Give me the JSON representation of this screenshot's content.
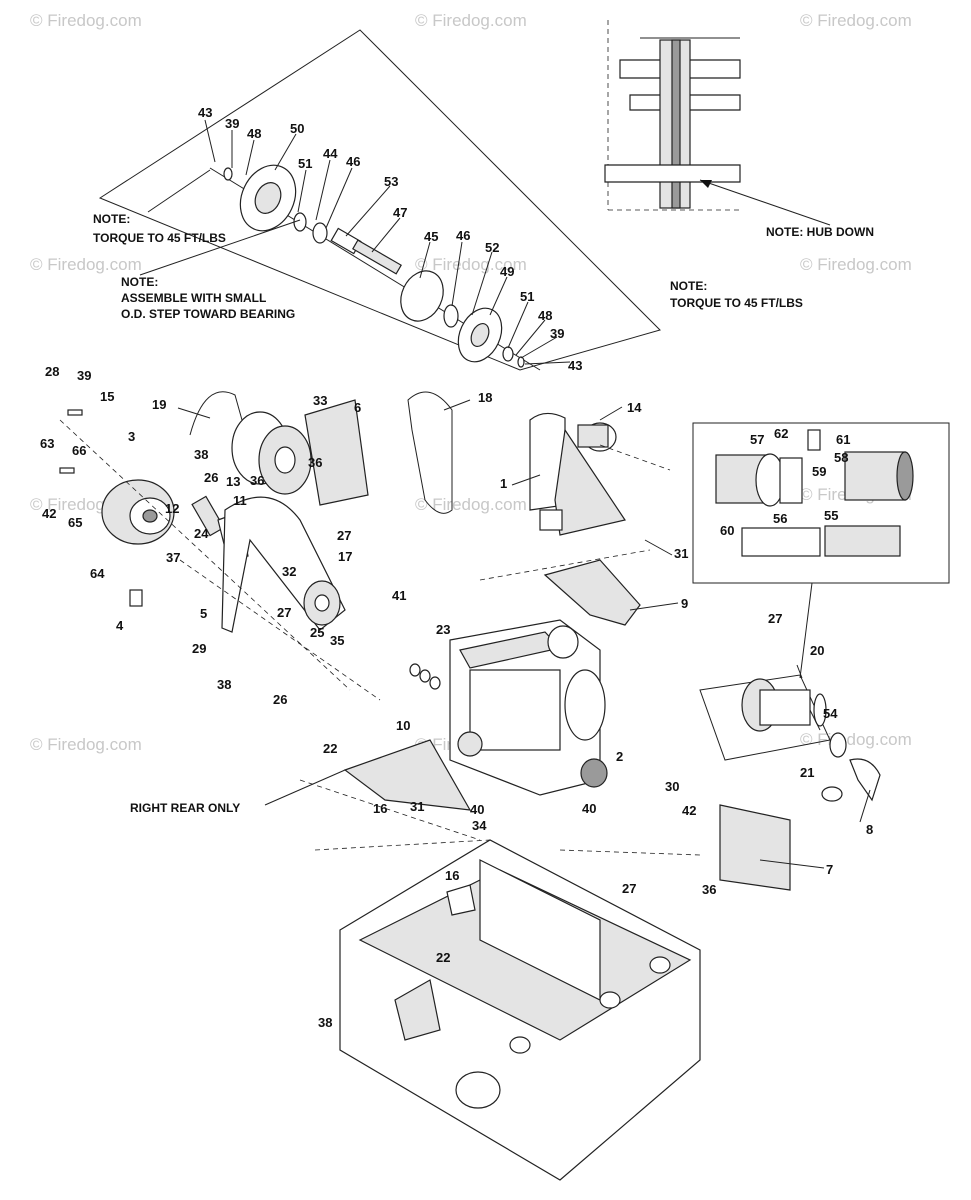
{
  "watermarks": [
    "© Firedog.com",
    "© Firedog.com",
    "© Firedog.com",
    "© Firedog.com",
    "© Firedog.com",
    "© Firedog.com",
    "© Firedog.com",
    "© Firedog.com",
    "© Firedog.com",
    "© Firedog.com",
    "© Firedog.com",
    "© Firedog.com"
  ],
  "notes": {
    "torque_left_1": "NOTE:",
    "torque_left_2": "TORQUE TO 45 FT/LBS",
    "assemble_1": "NOTE:",
    "assemble_2": "ASSEMBLE WITH SMALL",
    "assemble_3": "O.D. STEP TOWARD BEARING",
    "hub_down": "NOTE: HUB DOWN",
    "torque_right_1": "NOTE:",
    "torque_right_2": "TORQUE TO 45 FT/LBS",
    "right_rear": "RIGHT REAR ONLY"
  },
  "part_numbers": [
    "43",
    "39",
    "48",
    "50",
    "51",
    "44",
    "46",
    "53",
    "47",
    "45",
    "46",
    "52",
    "49",
    "51",
    "48",
    "39",
    "43",
    "28",
    "39",
    "15",
    "19",
    "33",
    "6",
    "18",
    "14",
    "3",
    "63",
    "66",
    "38",
    "26",
    "13",
    "36",
    "11",
    "36",
    "42",
    "12",
    "65",
    "24",
    "27",
    "1",
    "37",
    "64",
    "32",
    "17",
    "31",
    "9",
    "4",
    "5",
    "27",
    "29",
    "25",
    "35",
    "41",
    "23",
    "38",
    "26",
    "10",
    "22",
    "2",
    "30",
    "16",
    "31",
    "40",
    "34",
    "40",
    "42",
    "7",
    "36",
    "27",
    "16",
    "22",
    "38",
    "57",
    "62",
    "61",
    "58",
    "59",
    "60",
    "56",
    "55",
    "27",
    "20",
    "54",
    "21",
    "8"
  ]
}
